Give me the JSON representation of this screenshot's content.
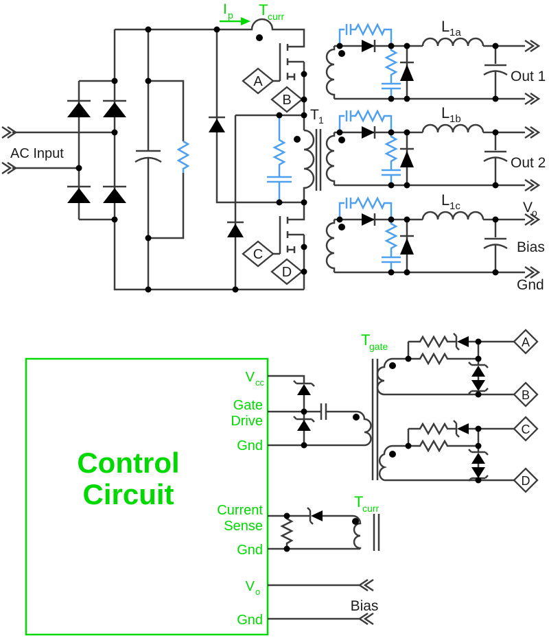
{
  "colors": {
    "line": "#3b3b3b",
    "component": "#000000",
    "blue": "#4da0f0",
    "green": "#00d900",
    "text": "#1b1b1b",
    "background": "#ffffff"
  },
  "top": {
    "ac_input": "AC Input",
    "ip": {
      "main": "I",
      "sub": "p"
    },
    "tcurr": {
      "main": "T",
      "sub": "curr"
    },
    "t1": {
      "main": "T",
      "sub": "1"
    },
    "mosfet_a": "A",
    "mosfet_b": "B",
    "mosfet_c": "C",
    "mosfet_d": "D",
    "stages": [
      {
        "inductor_main": "L",
        "inductor_sub": "1a",
        "output": "Out 1"
      },
      {
        "inductor_main": "L",
        "inductor_sub": "1b",
        "output": "Out 2"
      },
      {
        "inductor_main": "L",
        "inductor_sub": "1c",
        "vo_main": "V",
        "vo_sub": "o",
        "bias": "Bias",
        "gnd": "Gnd"
      }
    ]
  },
  "control": {
    "title_line1": "Control",
    "title_line2": "Circuit",
    "pin_vcc_main": "V",
    "pin_vcc_sub": "cc",
    "pin_gate": "Gate",
    "pin_drive": "Drive",
    "pin_gnd1": "Gnd",
    "pin_current": "Current",
    "pin_sense": "Sense",
    "pin_gnd2": "Gnd",
    "pin_vo_main": "V",
    "pin_vo_sub": "o",
    "pin_gnd3": "Gnd",
    "tgate": {
      "main": "T",
      "sub": "gate"
    },
    "tcurr": {
      "main": "T",
      "sub": "curr"
    },
    "tag_a": "A",
    "tag_b": "B",
    "tag_c": "C",
    "tag_d": "D",
    "bias": "Bias"
  }
}
